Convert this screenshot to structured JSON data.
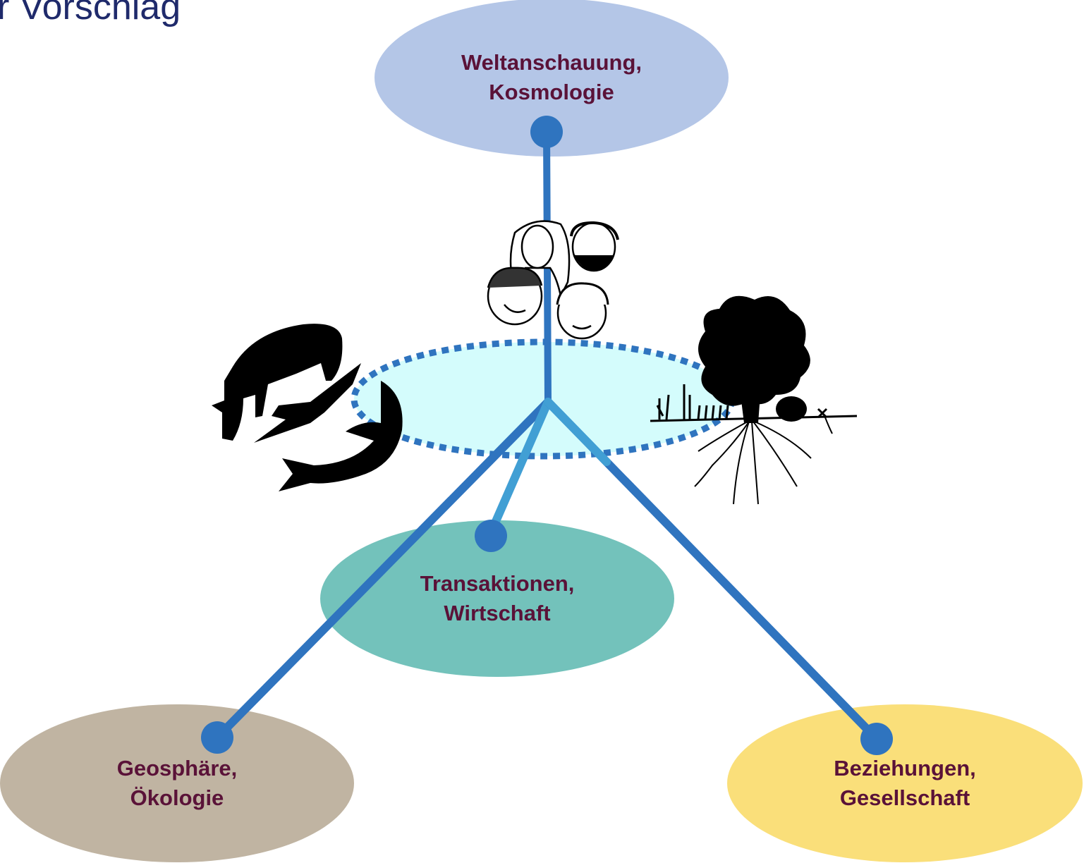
{
  "title": "r Vorschlag",
  "nodes": {
    "weltanschauung": {
      "line1": "Weltanschauung,",
      "line2": "Kosmologie",
      "color": "#b4c6e7"
    },
    "transaktionen": {
      "line1": "Transaktionen,",
      "line2": "Wirtschaft",
      "color": "#73c2bb"
    },
    "geosphaere": {
      "line1": "Geosphäre,",
      "line2": "Ökologie",
      "color": "#c0b4a2"
    },
    "beziehungen": {
      "line1": "Beziehungen,",
      "line2": "Gesellschaft",
      "color": "#fadf7a"
    }
  },
  "colors": {
    "connector": "#2f74bf",
    "connector_light": "#419fd4",
    "center_fill": "#d4fcfc",
    "label_text": "#5a1238",
    "title_text": "#1f2a6b"
  },
  "icons": [
    "people-faces-icon",
    "animals-silhouette-icon",
    "tree-plants-icon"
  ]
}
